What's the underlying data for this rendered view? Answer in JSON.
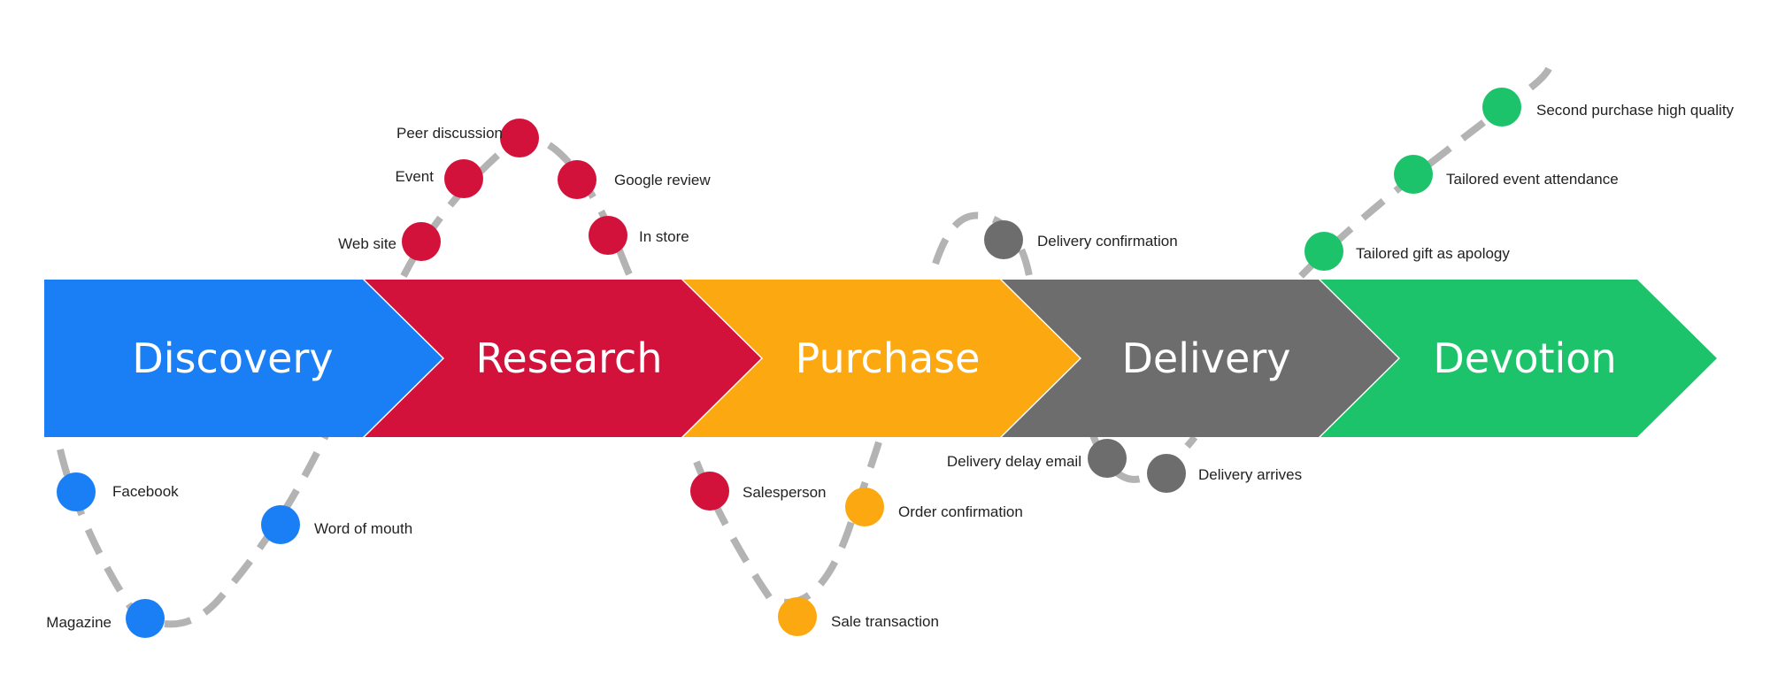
{
  "stages": [
    {
      "label": "Discovery",
      "color": "#1a7ff5"
    },
    {
      "label": "Research",
      "color": "#d3123c"
    },
    {
      "label": "Purchase",
      "color": "#fca811"
    },
    {
      "label": "Delivery",
      "color": "#6d6d6d"
    },
    {
      "label": "Devotion",
      "color": "#1dc36a"
    }
  ],
  "touchpoints": {
    "facebook": "Facebook",
    "word_of_mouth": "Word of mouth",
    "magazine": "Magazine",
    "web_site": "Web site",
    "event": "Event",
    "peer_discussion": "Peer discussion",
    "google_review": "Google review",
    "in_store": "In store",
    "salesperson": "Salesperson",
    "order_confirmation": "Order confirmation",
    "sale_transaction": "Sale transaction",
    "delivery_confirmation": "Delivery confirmation",
    "delivery_delay_email": "Delivery delay email",
    "delivery_arrives": "Delivery arrives",
    "tailored_gift": "Tailored gift as apology",
    "tailored_event": "Tailored event attendance",
    "second_purchase": "Second purchase high quality"
  }
}
